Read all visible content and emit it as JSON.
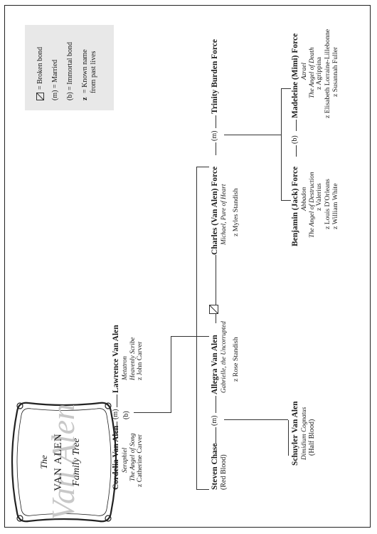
{
  "title": {
    "the": "The",
    "family": "VAN ALEN",
    "subtitle": "Family Tree",
    "watermark": "Van Alen"
  },
  "legend": {
    "broken": "= Broken bond",
    "married": "(m) = Married",
    "immortal": "(b) = Immortal bond",
    "known_z": "z",
    "known_line1": "= Known name",
    "known_line2": "from past lives"
  },
  "connectors": {
    "m": "(m)",
    "b": "(b)"
  },
  "people": {
    "cordelia": {
      "name": "Cordelia Van Alen",
      "angel": "Seraphiel",
      "title": "The Angel of Song",
      "past": [
        "z Catherine Carver"
      ]
    },
    "lawrence": {
      "name": "Lawrence Van Alen",
      "angel": "Metatron",
      "title": "Heavenly Scribe",
      "past": [
        "z John Carver"
      ]
    },
    "steven": {
      "name": "Steven Chase",
      "note": "(Red Blood)"
    },
    "allegra": {
      "name": "Allegra Van Alen",
      "angel": "Gabrielle, the Uncorrupted",
      "past": [
        "z Rose Standish"
      ]
    },
    "charles": {
      "name": "Charles (Van Alen) Force",
      "angel": "Michael, Pure of Heart",
      "past": [
        "z Myles Standish"
      ]
    },
    "trinity": {
      "name": "Trinity Burden Force"
    },
    "schuyler": {
      "name": "Schuyler Van Alen",
      "angel": "Dimidium Cognatus",
      "note": "(Half Blood)"
    },
    "jack": {
      "name": "Benjamin (Jack) Force",
      "angel": "Abbadon",
      "title": "The Angel of Destruction",
      "past": [
        "z Valerius",
        "z Louis D'Orleans",
        "z William White"
      ]
    },
    "mimi": {
      "name": "Madeleine (Mimi) Force",
      "angel": "Azrael",
      "title": "The Angel of Death",
      "past": [
        "z Agrippina",
        "z Elisabeth Lorraine-Lillebonne",
        "z Susannah Fuller"
      ]
    }
  }
}
